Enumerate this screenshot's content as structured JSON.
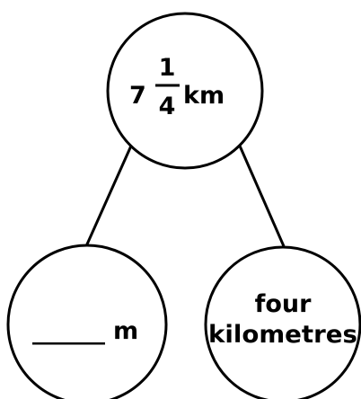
{
  "colors": {
    "stroke": "#000000",
    "background": "#ffffff"
  },
  "top_node": {
    "whole": "7",
    "numerator": "1",
    "denominator": "4",
    "unit": "km"
  },
  "left_node": {
    "blank": "______",
    "unit": "m"
  },
  "right_node": {
    "line1": "four",
    "line2": "kilometres"
  }
}
